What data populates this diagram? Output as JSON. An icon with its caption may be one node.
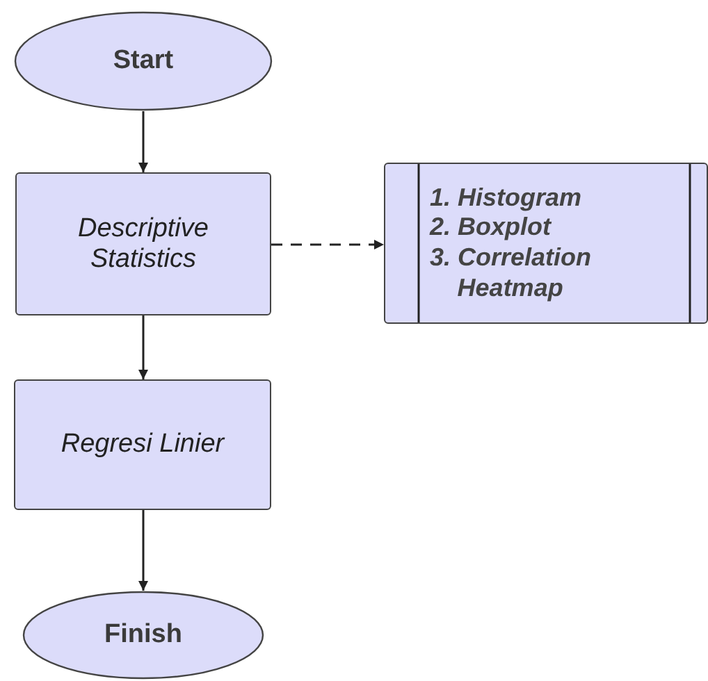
{
  "diagram": {
    "nodes": [
      {
        "text": [
          "Start"
        ]
      },
      {
        "text": [
          "Descriptive Statistics"
        ]
      },
      {
        "text": [
          "1. Histogram",
          "2. Boxplot",
          "3.  Correlation Heatmap"
        ]
      },
      {
        "text": [
          "Regresi Linier"
        ]
      },
      {
        "text": [
          "Finish"
        ]
      }
    ],
    "edges": [
      {
        "from": 0,
        "to": 1,
        "arrow": "to"
      },
      {
        "from": 1,
        "to": 2,
        "arrow": "to",
        "style": "dashed"
      },
      {
        "from": 1,
        "to": 3,
        "arrow": "to"
      },
      {
        "from": 3,
        "to": 4,
        "arrow": "to"
      }
    ]
  }
}
